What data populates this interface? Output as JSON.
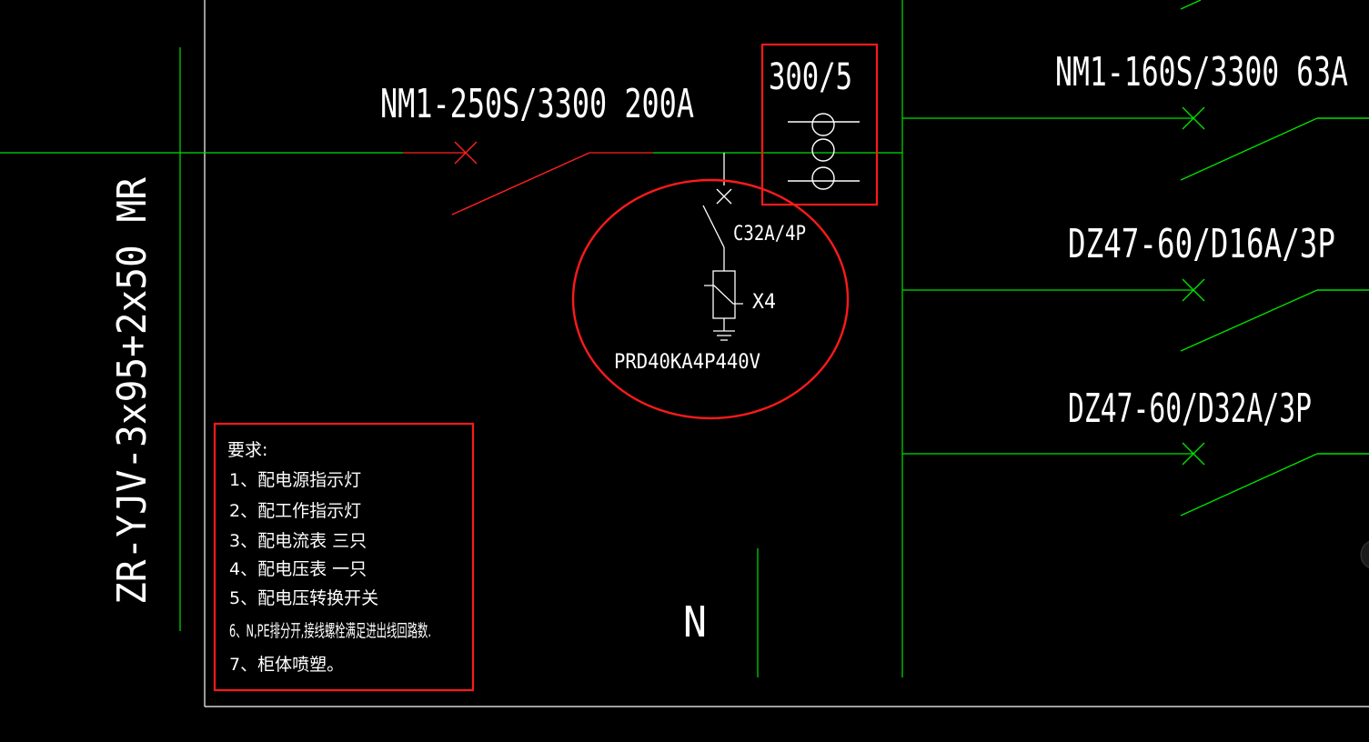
{
  "labels": {
    "main_breaker": "NM1-250S/3300 200A",
    "ct_ratio": "300/5",
    "feeder1_breaker": "NM1-160S/3300 63A",
    "feeder2_breaker": "DZ47-60/D16A/3P",
    "feeder3_breaker": "DZ47-60/D32A/3P",
    "spd_breaker": "C32A/4P",
    "spd_quantity": "X4",
    "spd_model": "PRD40KA4P440V",
    "cable": "ZR-YJV-3x95+2x50 MR",
    "neutral": "N"
  },
  "requirements": {
    "title": "要求:",
    "items": [
      "1、配电源指示灯",
      "2、配工作指示灯",
      "3、配电流表 三只",
      "4、配电压表 一只",
      "5、配电压转换开关",
      "6、N,PE排分开,接线螺栓满足进出线回路数.",
      "7、柜体喷塑。"
    ]
  },
  "colors": {
    "background": "#000000",
    "wire": "#00e000",
    "breaker": "#ff2020",
    "annotation": "#ff1a1a",
    "text": "#ffffff",
    "frame": "#ffffff"
  }
}
